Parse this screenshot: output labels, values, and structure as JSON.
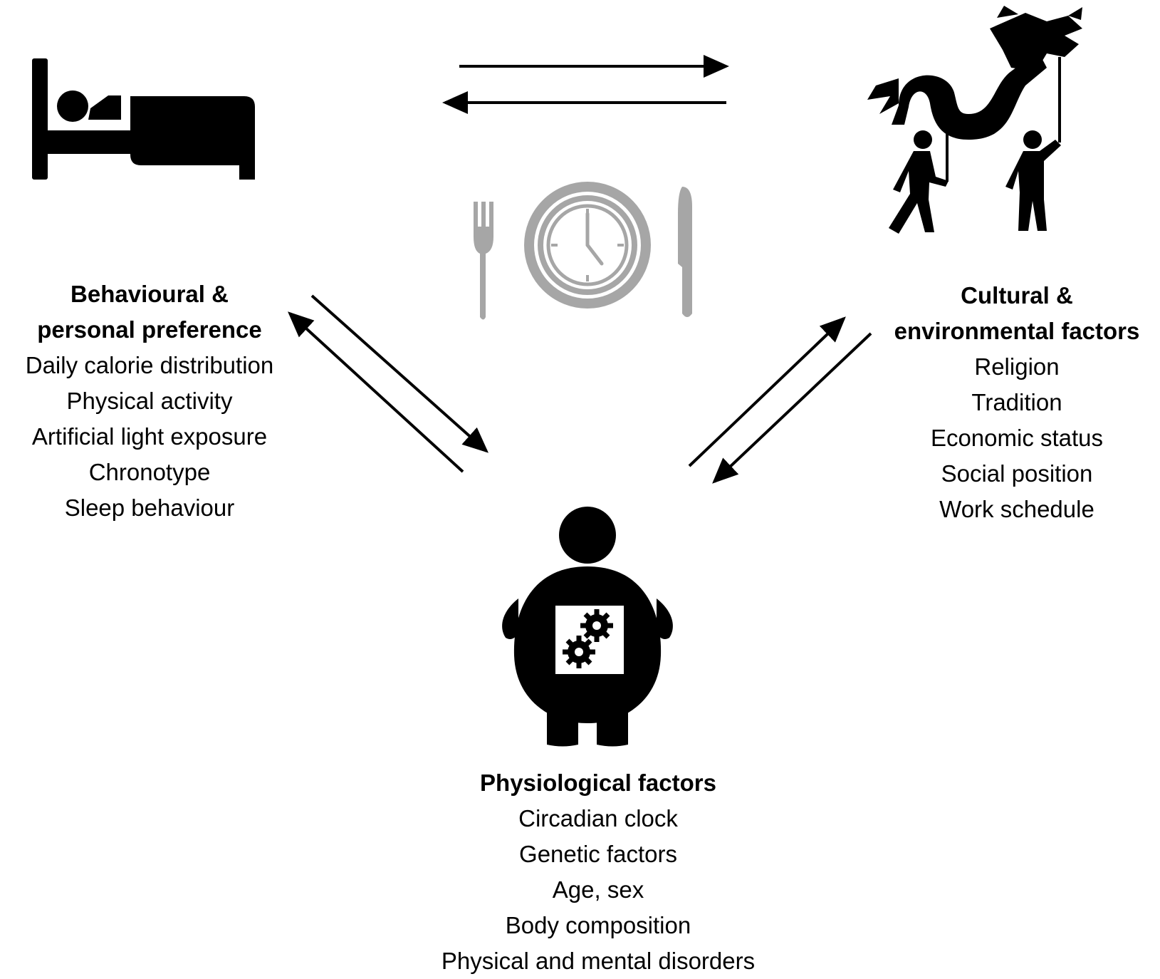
{
  "nodes": {
    "behavioural": {
      "title_line1": "Behavioural &",
      "title_line2": "personal preference",
      "items": [
        "Daily calorie distribution",
        "Physical activity",
        "Artificial light exposure",
        "Chronotype",
        "Sleep behaviour"
      ]
    },
    "cultural": {
      "title_line1": "Cultural &",
      "title_line2": "environmental factors",
      "items": [
        "Religion",
        "Tradition",
        "Economic status",
        "Social position",
        "Work schedule"
      ]
    },
    "physiological": {
      "title": "Physiological factors",
      "items": [
        "Circadian clock",
        "Genetic factors",
        "Age, sex",
        "Body composition",
        "Physical and mental disorders"
      ]
    }
  },
  "icons": {
    "behavioural": "sleeping-in-bed-icon",
    "cultural": "dragon-dance-icon",
    "center": "meal-clock-icon",
    "physiological": "obese-person-metabolism-icon"
  },
  "colors": {
    "icon": "#000000",
    "center_icon": "#a6a6a6",
    "arrow": "#000000"
  }
}
